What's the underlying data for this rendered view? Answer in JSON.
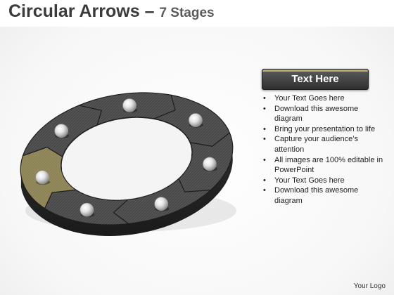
{
  "title": {
    "main": "Circular Arrows",
    "dash": " – ",
    "sub": "7 Stages"
  },
  "diagram": {
    "stages": 7,
    "highlight_color": "#8d8356",
    "segment_color": "#4a4a4a"
  },
  "textbox": {
    "header": "Text Here",
    "bullets": [
      "Your Text Goes here",
      "Download this awesome diagram",
      "Bring your presentation to life",
      "Capture your audience’s attention",
      "All images are 100% editable in PowerPoint",
      "Your Text Goes here",
      "Download this awesome diagram"
    ]
  },
  "footer": "Your Logo"
}
